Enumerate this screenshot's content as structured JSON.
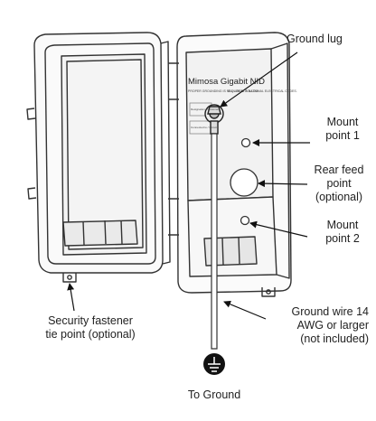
{
  "device": {
    "title": "Mimosa Gigabit NID",
    "warning_left": "PROPER GROUNDING IS REQUIRED. FOLLOW",
    "warning_right": "ALL LOCAL & NATIONAL ELECTRICAL CODES.",
    "field_1": "Designation / Customer",
    "field_2": "Connected to / Circuit"
  },
  "callouts": {
    "ground_lug": "Ground lug",
    "mount_point_1": [
      "Mount",
      "point 1"
    ],
    "rear_feed_point": [
      "Rear feed",
      "point",
      "(optional)"
    ],
    "mount_point_2": [
      "Mount",
      "point 2"
    ],
    "ground_wire": [
      "Ground wire 14",
      "AWG or larger",
      "(not included)"
    ],
    "security_fastener": [
      "Security fastener",
      "tie point (optional)"
    ],
    "to_ground": "To Ground"
  }
}
